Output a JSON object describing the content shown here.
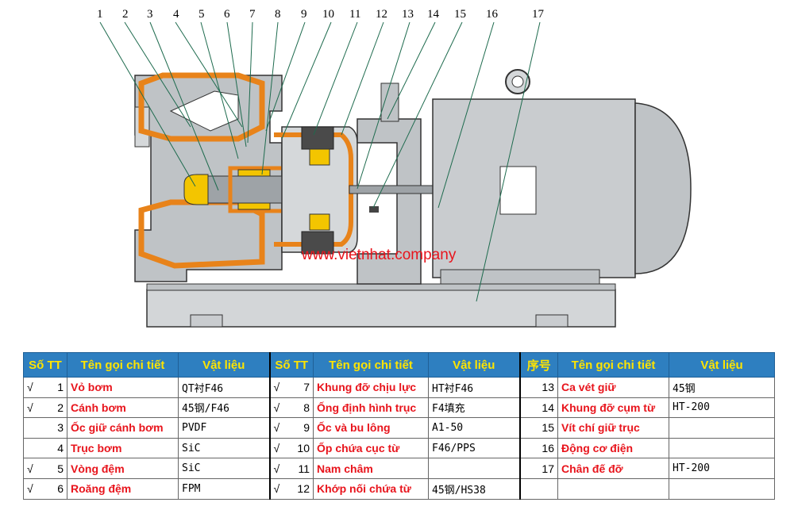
{
  "callout_numbers": [
    "1",
    "2",
    "3",
    "4",
    "5",
    "6",
    "7",
    "8",
    "9",
    "10",
    "11",
    "12",
    "13",
    "14",
    "15",
    "16",
    "17"
  ],
  "watermark": "www.vietnhat.company",
  "colors": {
    "header_bg": "#2e7fc0",
    "header_text": "#ffe400",
    "part_name": "#e8141c",
    "lining": "#e8831a",
    "magnet": "#f3c500",
    "casing": "#bfc3c6"
  },
  "table": {
    "headers": [
      {
        "no": "Số TT",
        "name": "Tên gọi chi tiết",
        "mat": "Vật liệu"
      },
      {
        "no": "Số TT",
        "name": "Tên gọi chi tiết",
        "mat": "Vật liệu"
      },
      {
        "no": "序号",
        "name": "Tên gọi chi tiết",
        "mat": "Vật liệu"
      }
    ],
    "rows": [
      [
        {
          "tick": "√",
          "no": "1",
          "name": "Vỏ bơm",
          "mat": "QT衬F46"
        },
        {
          "tick": "√",
          "no": "7",
          "name": "Khung đỡ chịu lực",
          "mat": "HT衬F46"
        },
        {
          "tick": "",
          "no": "13",
          "name": "Ca vét giữ",
          "mat": "45钢"
        }
      ],
      [
        {
          "tick": "√",
          "no": "2",
          "name": "Cánh bơm",
          "mat": "45钢/F46"
        },
        {
          "tick": "√",
          "no": "8",
          "name": "Ống định hình trục",
          "mat": "F4填充"
        },
        {
          "tick": "",
          "no": "14",
          "name": "Khung đỡ cụm từ",
          "mat": "HT-200"
        }
      ],
      [
        {
          "tick": "",
          "no": "3",
          "name": "Ốc giữ cánh bơm",
          "mat": "PVDF"
        },
        {
          "tick": "√",
          "no": "9",
          "name": "Ốc và bu lông",
          "mat": "A1-50"
        },
        {
          "tick": "",
          "no": "15",
          "name": "Vít chí giữ trục",
          "mat": ""
        }
      ],
      [
        {
          "tick": "",
          "no": "4",
          "name": "Trục bơm",
          "mat": "SiC"
        },
        {
          "tick": "√",
          "no": "10",
          "name": "Ốp chứa cục từ",
          "mat": "F46/PPS"
        },
        {
          "tick": "",
          "no": "16",
          "name": "Động cơ điện",
          "mat": ""
        }
      ],
      [
        {
          "tick": "√",
          "no": "5",
          "name": "Vòng đệm",
          "mat": "SiC"
        },
        {
          "tick": "√",
          "no": "11",
          "name": "Nam châm",
          "mat": ""
        },
        {
          "tick": "",
          "no": "17",
          "name": "Chân đế đỡ",
          "mat": "HT-200"
        }
      ],
      [
        {
          "tick": "√",
          "no": "6",
          "name": "Roăng đệm",
          "mat": "FPM"
        },
        {
          "tick": "√",
          "no": "12",
          "name": "Khớp nối chứa từ",
          "mat": "45钢/HS38"
        },
        {
          "tick": "",
          "no": "",
          "name": "",
          "mat": ""
        }
      ]
    ]
  }
}
